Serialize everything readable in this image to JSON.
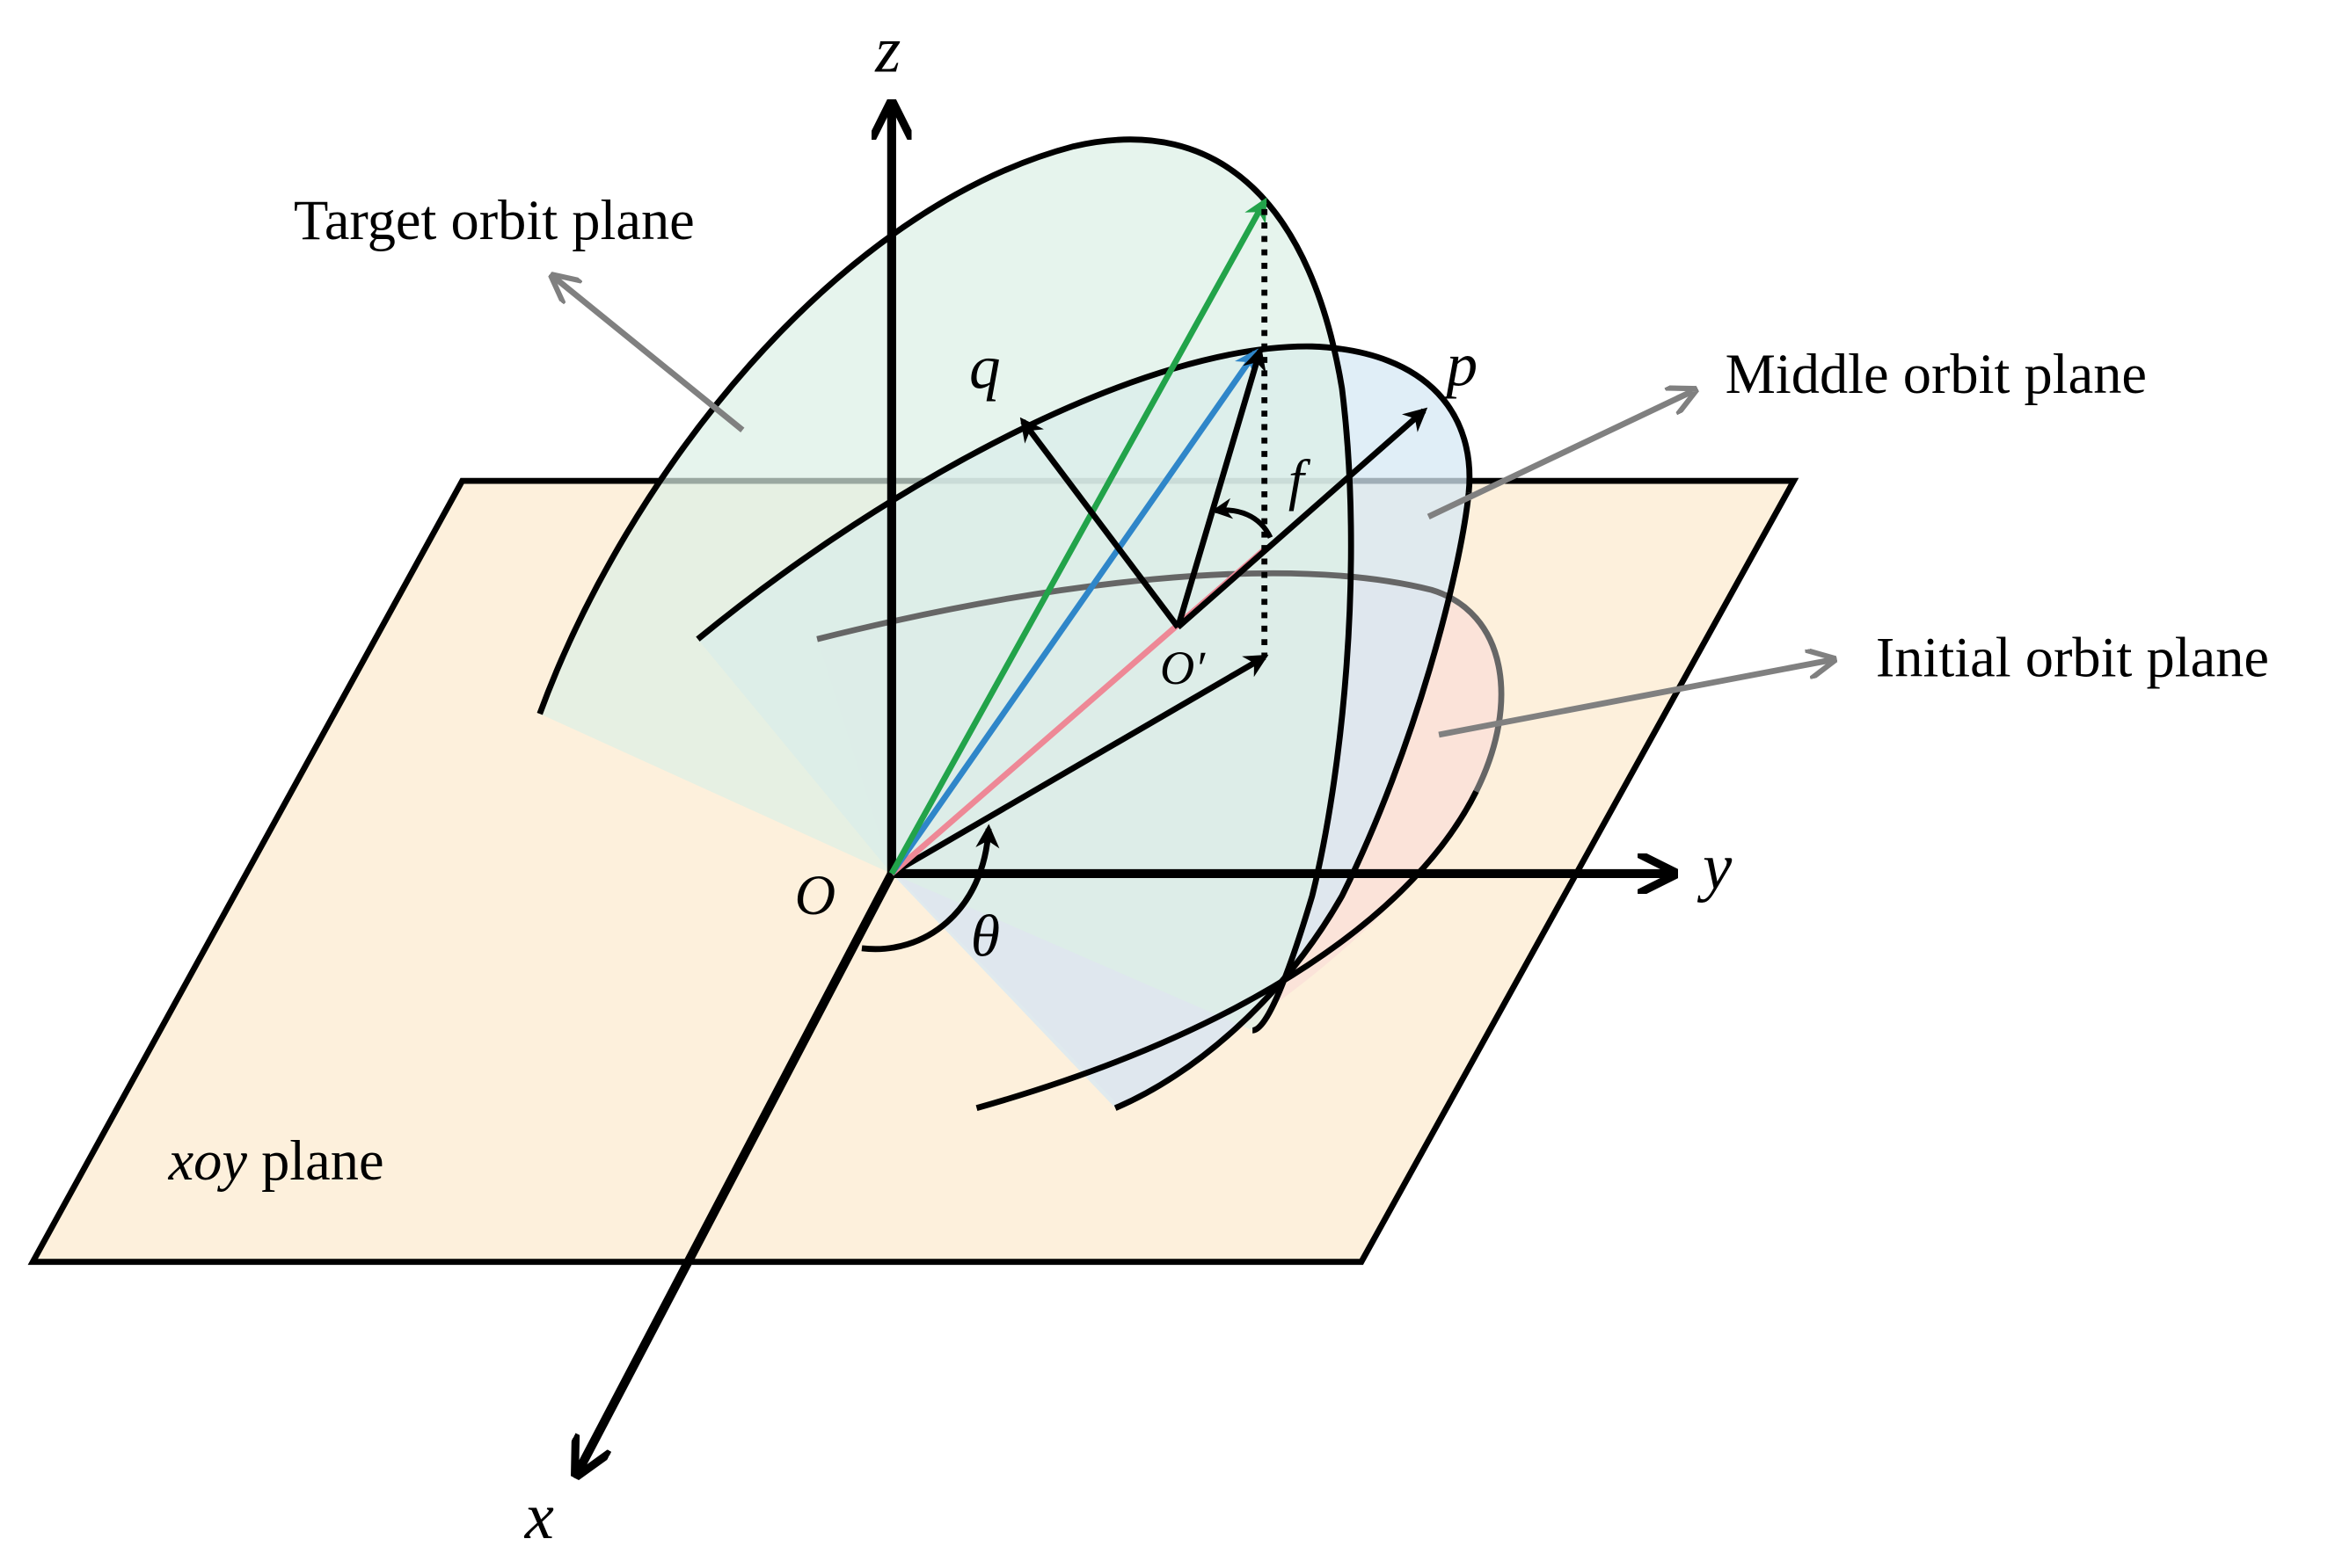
{
  "diagram": {
    "labels": {
      "target_plane": "Target orbit plane",
      "middle_plane": "Middle orbit plane",
      "initial_plane": "Initial orbit plane",
      "xoy_italic": "xoy",
      "xoy_rest": " plane",
      "axis_z": "z",
      "axis_y": "y",
      "axis_x": "x",
      "origin": "O",
      "center": "O′",
      "vec_p": "p",
      "vec_q": "q",
      "angle_f": "f",
      "angle_theta": "θ"
    },
    "colors": {
      "xoy_plane_fill": "#fdf0dc",
      "target_plane_fill": "#dcefe6",
      "middle_plane_fill": "#d6e8f4",
      "initial_plane_fill": "#f9dfd8",
      "target_vector": "#22a34a",
      "middle_vector": "#2f86c9",
      "initial_vector": "#ee8896",
      "pointer_arrows": "#808080",
      "axes": "#000000"
    }
  }
}
